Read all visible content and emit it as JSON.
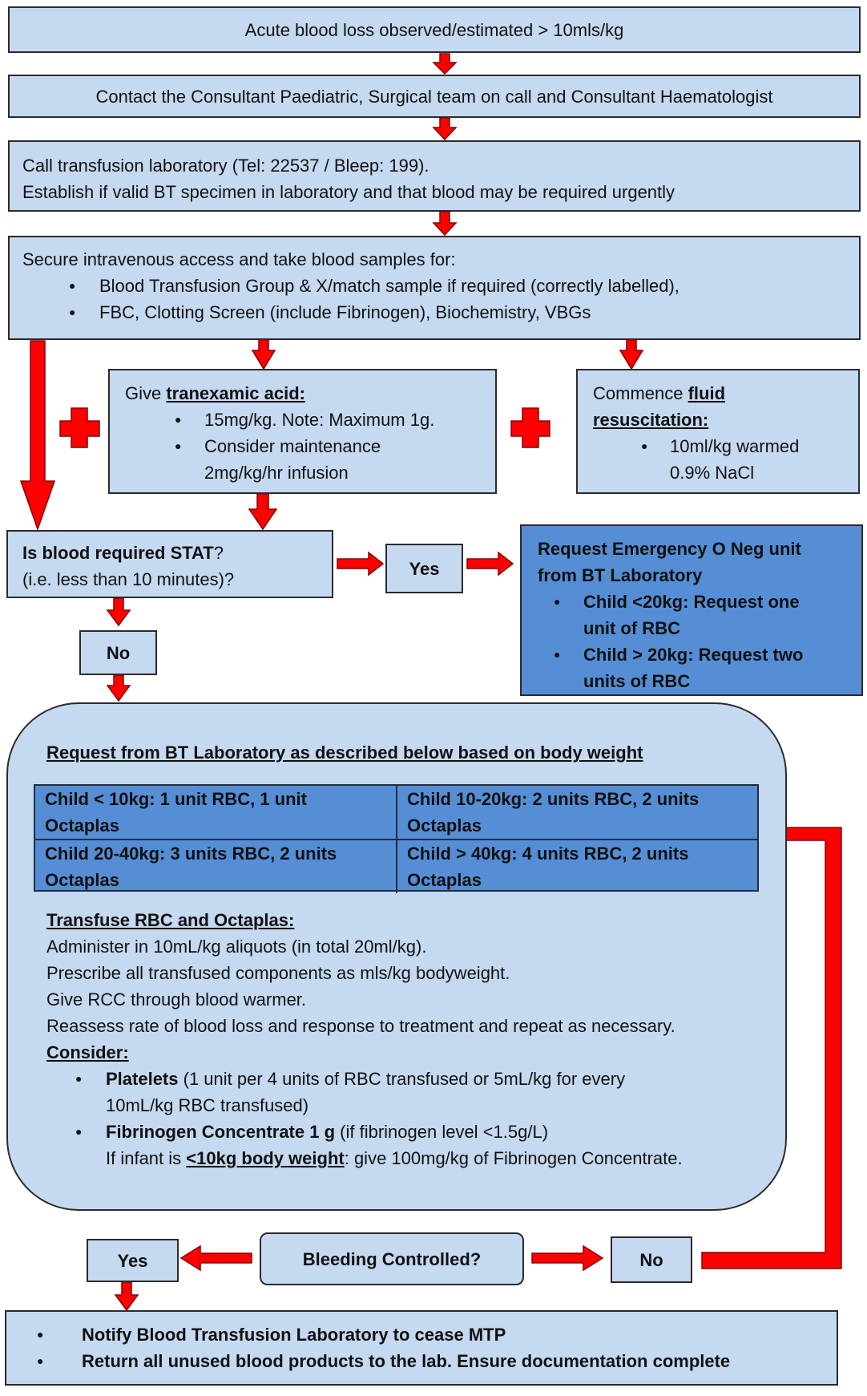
{
  "step1": "Acute blood loss observed/estimated > 10mls/kg",
  "step2": "Contact the Consultant Paediatric, Surgical team on call and Consultant Haematologist",
  "step3": {
    "line1": "Call transfusion laboratory (Tel: 22537 / Bleep: 199).",
    "line2": "Establish if valid BT specimen in laboratory and that blood may be required urgently"
  },
  "step4": {
    "intro": "Secure intravenous access and take blood samples for:",
    "bullets": [
      "Blood Transfusion Group & X/match sample if required (correctly labelled),",
      "FBC, Clotting Screen (include Fibrinogen), Biochemistry, VBGs"
    ]
  },
  "txa": {
    "prefix": "Give ",
    "heading": "tranexamic acid:",
    "bullet1": "15mg/kg. Note: Maximum 1g.",
    "bullet2_line1": "Consider maintenance",
    "bullet2_line2": "2mg/kg/hr infusion"
  },
  "fluid": {
    "prefix": "Commence ",
    "heading_line1": "fluid",
    "heading_line2": "resuscitation:",
    "bullet_line1": "10ml/kg warmed",
    "bullet_line2": "0.9% NaCl"
  },
  "stat_question": {
    "bold": "Is blood required STAT",
    "qmark": "?",
    "line2": "(i.e. less than 10 minutes)?"
  },
  "stat_yes": "Yes",
  "stat_no": "No",
  "emergency": {
    "line1": "Request Emergency O Neg unit",
    "line2": "from BT Laboratory",
    "b1_line1": "Child <20kg: Request one",
    "b1_line2": "unit of RBC",
    "b2_line1": "Child > 20kg: Request two",
    "b2_line2": "units of RBC"
  },
  "bt_request": {
    "heading": "Request from BT Laboratory as described below based on body weight",
    "table": {
      "c1a": "Child < 10kg: 1 unit RBC, 1 unit",
      "c1b": "Octaplas",
      "c2a": "Child 10-20kg: 2 units RBC, 2 units",
      "c2b": "Octaplas",
      "c3a": "Child 20-40kg: 3 units RBC, 2 units",
      "c3b": "Octaplas",
      "c4a": "Child > 40kg: 4 units RBC, 2 units",
      "c4b": "Octaplas"
    },
    "transfuse_heading": "Transfuse RBC and Octaplas:",
    "lines": [
      "Administer in 10mL/kg aliquots (in total 20ml/kg).",
      "Prescribe all transfused components as mls/kg bodyweight.",
      "Give RCC through blood warmer.",
      "Reassess rate of blood loss and response to treatment and repeat as necessary."
    ],
    "consider_heading": "Consider:",
    "platelets_bold": "Platelets",
    "platelets_rest_line1": " (1 unit per 4 units of RBC transfused or 5mL/kg for every",
    "platelets_rest_line2": "10mL/kg RBC transfused)",
    "fib_bold": "Fibrinogen Concentrate 1 g",
    "fib_rest": " (if fibrinogen level <1.5g/L)",
    "infant_prefix": "If infant is ",
    "infant_bold": "<10kg body weight",
    "infant_rest": ": give 100mg/kg of Fibrinogen Concentrate."
  },
  "controlled": {
    "question": "Bleeding Controlled?",
    "yes": "Yes",
    "no": "No"
  },
  "final": {
    "b1": "Notify Blood Transfusion Laboratory to cease MTP",
    "b2": "Return all unused blood products to the lab. Ensure documentation complete"
  },
  "colors": {
    "box_fill": "#c5d9f0",
    "dark_fill": "#558ed5",
    "arrow_red": "#ff0000",
    "arrow_outline": "#8b0000"
  },
  "icons": [
    "down-arrow-icon",
    "right-arrow-icon",
    "left-arrow-icon",
    "red-cross-icon"
  ]
}
